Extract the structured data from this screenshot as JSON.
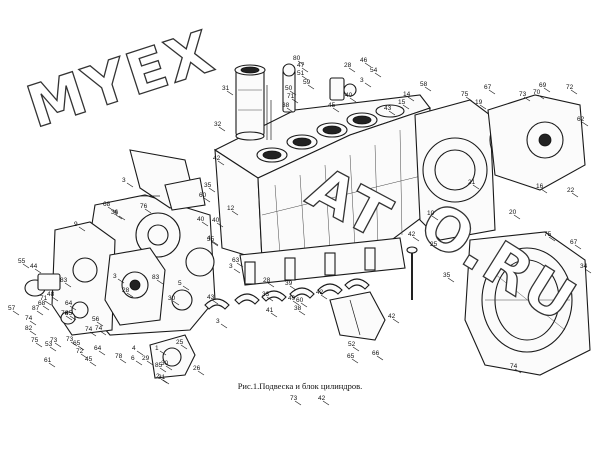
{
  "caption": "Рис.1.Подвеска и блок цилиндров.",
  "watermark": {
    "left": "MYEX",
    "mid": "AT",
    "right": "O.RU"
  },
  "labels": [
    "80",
    "47",
    "51",
    "28",
    "46",
    "54",
    "59",
    "31",
    "50",
    "3",
    "40",
    "71",
    "38",
    "43",
    "45",
    "58",
    "75",
    "67",
    "69",
    "70",
    "72",
    "62",
    "32",
    "14",
    "15",
    "19",
    "73",
    "16",
    "3",
    "76",
    "35",
    "42",
    "12",
    "22",
    "42",
    "60",
    "20",
    "10",
    "36",
    "25",
    "68",
    "5",
    "40",
    "9",
    "75",
    "35",
    "21",
    "30",
    "40",
    "3",
    "63",
    "4",
    "67",
    "55",
    "3",
    "5",
    "43",
    "28",
    "83",
    "28",
    "64",
    "56",
    "34",
    "44",
    "29",
    "75",
    "73",
    "33",
    "42",
    "39",
    "48",
    "74",
    "82",
    "49",
    "57",
    "87",
    "83",
    "60",
    "38",
    "52",
    "78",
    "4",
    "35",
    "71",
    "68",
    "85",
    "41",
    "53",
    "45",
    "65",
    "64",
    "74",
    "74",
    "25",
    "72",
    "65",
    "73",
    "78",
    "66",
    "74",
    "3",
    "42",
    "6",
    "1",
    "26",
    "31",
    "30",
    "2",
    "61",
    "45",
    "73",
    "42"
  ]
}
